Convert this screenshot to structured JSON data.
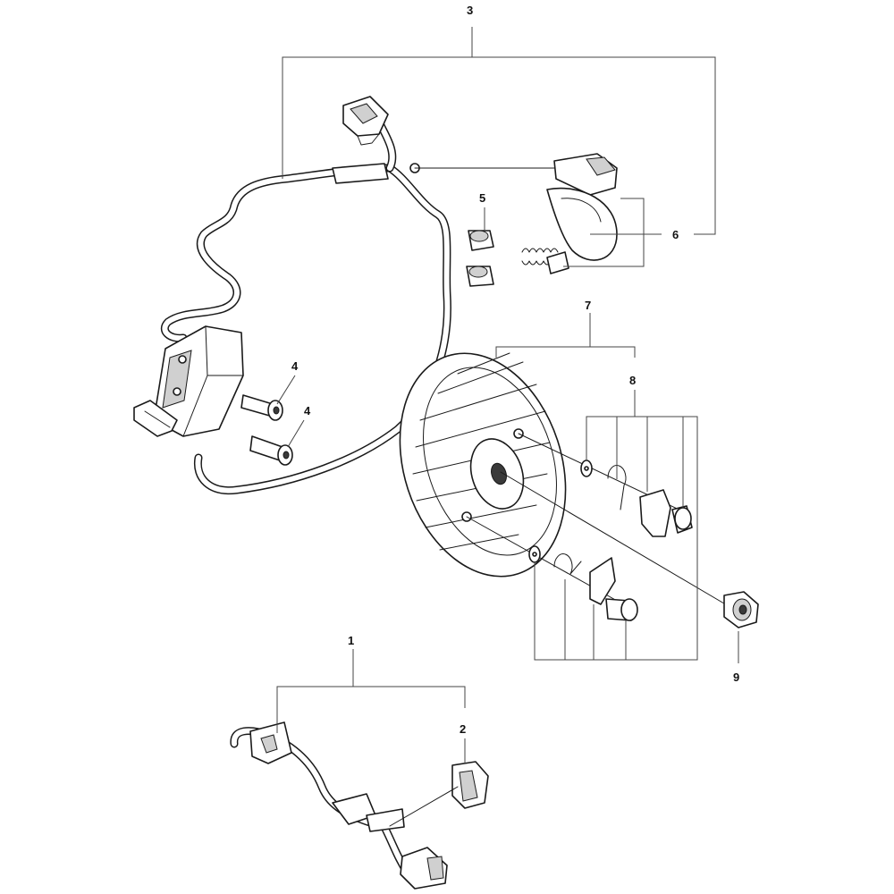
{
  "callouts": {
    "c1": "1",
    "c2": "2",
    "c3": "3",
    "c4a": "4",
    "c4b": "4",
    "c5": "5",
    "c6": "6",
    "c7": "7",
    "c8": "8",
    "c9": "9"
  },
  "colors": {
    "line": "#1a1a1a",
    "leader": "#444444",
    "background": "#ffffff"
  }
}
